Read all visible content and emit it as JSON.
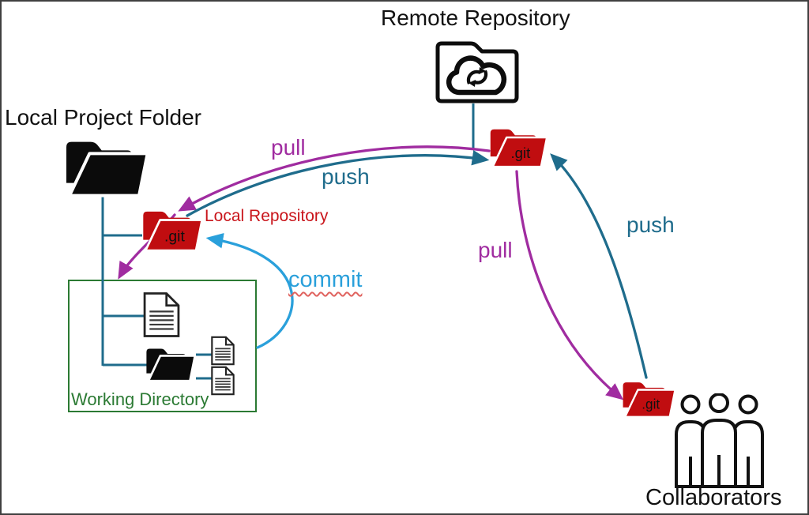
{
  "diagram": {
    "title_remote": "Remote Repository",
    "title_local": "Local Project Folder",
    "labels": {
      "pull_left": "pull",
      "push_left": "push",
      "commit": "commit",
      "local_repository": "Local Repository",
      "working_directory": "Working Directory",
      "pull_right": "pull",
      "push_right": "push",
      "collaborators": "Collaborators",
      "git_local": ".git",
      "git_remote": ".git",
      "git_collaborators": ".git"
    },
    "colors": {
      "pull": "#A02CA0",
      "push": "#1F6C8C",
      "commit": "#2AA0DB",
      "folder_red": "#C00D10",
      "label_red": "#C9151B",
      "working_green": "#2B7A33",
      "text": "#111111"
    },
    "icons": {
      "remote_repository": "cloud-sync-folder-icon",
      "local_project": "open-folder-icon",
      "git_repository": "red-git-folder-icon",
      "working_files": "document-icon",
      "collaborators": "people-icon"
    }
  }
}
